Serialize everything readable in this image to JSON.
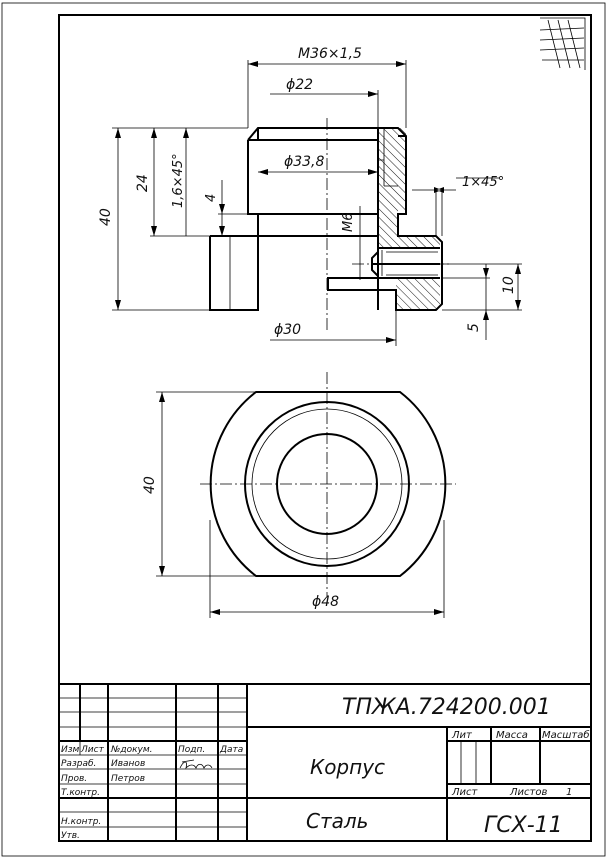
{
  "dimensions": {
    "thread": "M36×1,5",
    "d22": "ϕ22",
    "d33_8": "ϕ33,8",
    "chamfer_1": "1×45°",
    "chamfer_16": "1,6×45°",
    "h40": "40",
    "h24": "24",
    "h4": "4",
    "m6": "M6",
    "h10": "10",
    "h5": "5",
    "d30": "ϕ30",
    "v40": "40",
    "d48": "ϕ48"
  },
  "title_block": {
    "designation": "ТПЖА.724200.001",
    "part_name": "Корпус",
    "material": "Сталь",
    "org": "ГСХ-11",
    "col_lit": "Лит",
    "col_mass": "Масса",
    "col_scale": "Масштаб",
    "sheet_label": "Лист",
    "sheets_label": "Листов",
    "sheets_value": "1",
    "hdr_izm": "Изм",
    "hdr_list": "Лист",
    "hdr_ndoc": "№докум.",
    "hdr_podp": "Подп.",
    "hdr_data": "Дата",
    "row_razrab": "Разраб.",
    "row_prov": "Пров.",
    "row_tkontr": "Т.контр.",
    "row_nkontr": "Н.контр.",
    "row_utv": "Утв.",
    "razrab_name": "Иванов",
    "prov_name": "Петров"
  },
  "signature_text": "Ivanov"
}
